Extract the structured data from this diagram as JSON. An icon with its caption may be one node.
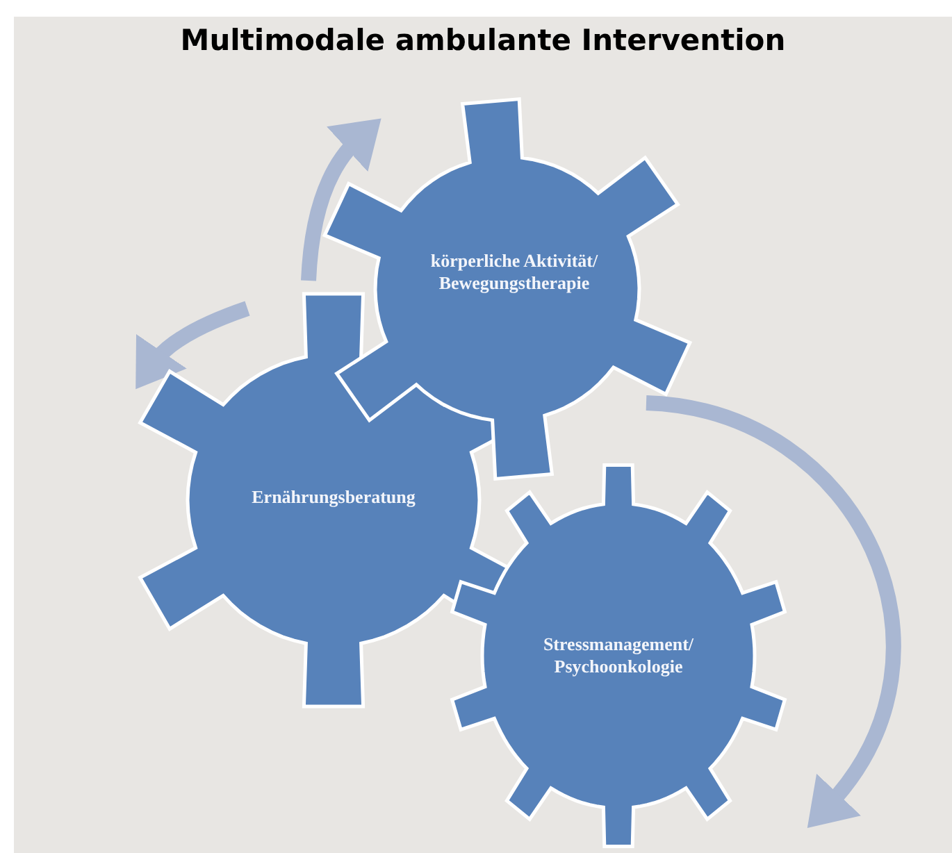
{
  "diagram": {
    "title": "Multimodale ambulante Intervention",
    "nodes": [
      {
        "text": [
          "körperliche Aktivität/ Bewegungstherapie"
        ]
      },
      {
        "text": [
          "Ernährungsberatung"
        ]
      },
      {
        "text": [
          "Stressmanagement/ Psychoonkologie"
        ]
      }
    ]
  }
}
